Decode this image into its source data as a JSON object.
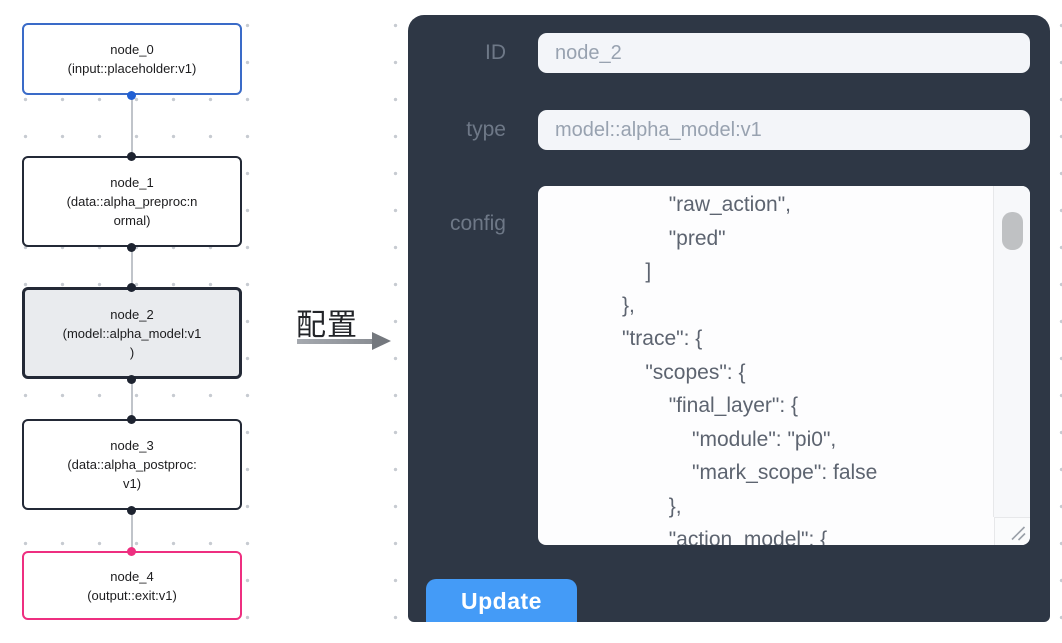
{
  "flow": {
    "nodes": [
      {
        "id": "node_0",
        "title": "node_0",
        "subtitle": "(input::placeholder:v1)",
        "kind": "input"
      },
      {
        "id": "node_1",
        "title": "node_1",
        "subtitle": "(data::alpha_preproc:n\normal)",
        "kind": "data"
      },
      {
        "id": "node_2",
        "title": "node_2",
        "subtitle": "(model::alpha_model:v1\n)",
        "kind": "model",
        "selected": true
      },
      {
        "id": "node_3",
        "title": "node_3",
        "subtitle": "(data::alpha_postproc:\nv1)",
        "kind": "data"
      },
      {
        "id": "node_4",
        "title": "node_4",
        "subtitle": "(output::exit:v1)",
        "kind": "output"
      }
    ]
  },
  "annotation": {
    "label": "配置"
  },
  "inspector": {
    "id_label": "ID",
    "id_value": "node_2",
    "type_label": "type",
    "type_value": "model::alpha_model:v1",
    "config_label": "config",
    "config_value": "                    \"raw_action\",\n                    \"pred\"\n                ]\n            },\n            \"trace\": {\n                \"scopes\": {\n                    \"final_layer\": {\n                        \"module\": \"pi0\",\n                        \"mark_scope\": false\n                    },\n                    \"action_model\": {",
    "update_label": "Update"
  },
  "colors": {
    "panel_bg": "#2e3745",
    "accent_button_blue": "#449bf7",
    "input_node_border": "#3a6bc8",
    "input_port_blue": "#2160d4",
    "output_node_pink": "#ee2f80",
    "default_node_border": "#232936",
    "selected_node_bg": "#e9ebee",
    "edge_gray": "#c0c4ca"
  }
}
